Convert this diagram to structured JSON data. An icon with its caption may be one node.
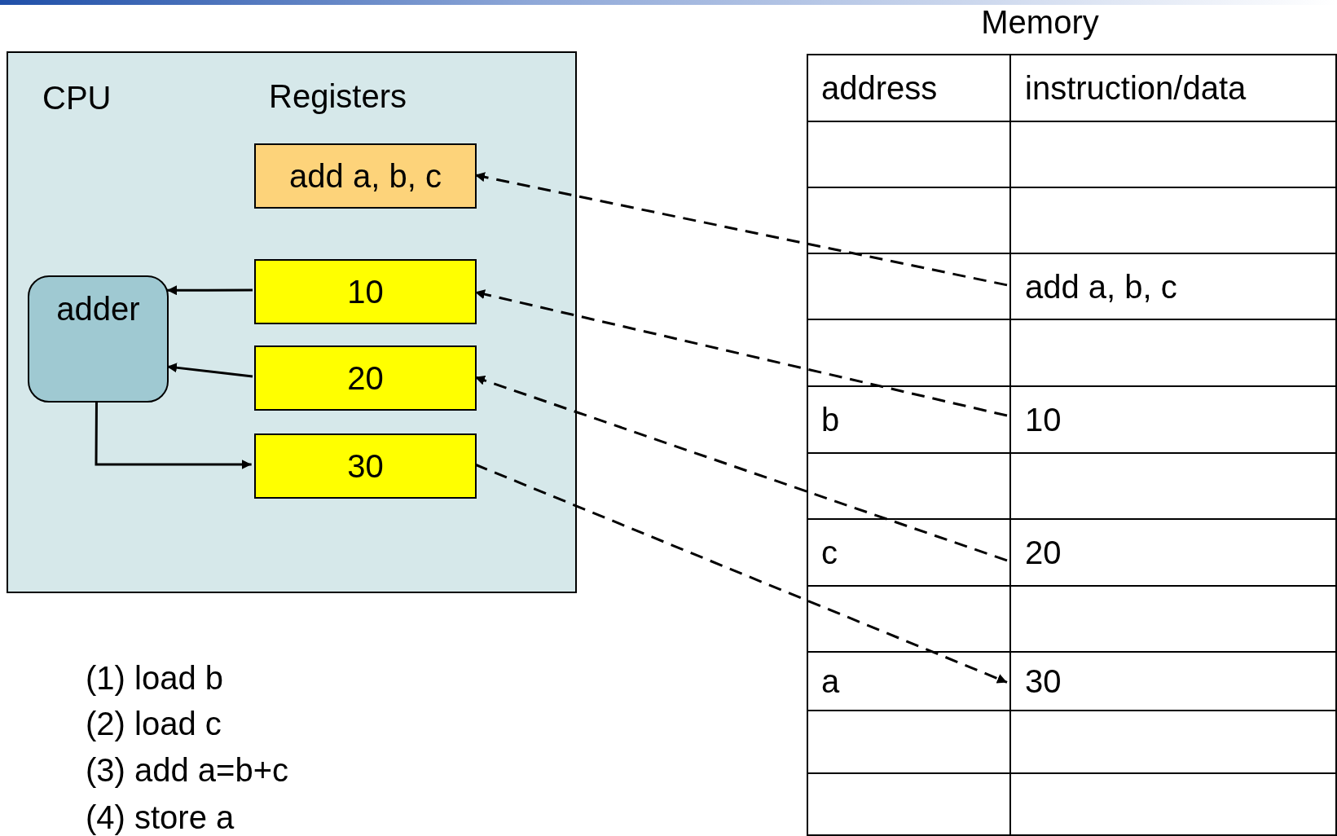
{
  "diagram": {
    "nodes": [
      {
        "text": [
          "CPU"
        ]
      },
      {
        "text": [
          "add a, b, c"
        ],
        "in": 0
      },
      {
        "text": [
          "adder"
        ],
        "in": 0
      },
      {
        "text": [
          "10"
        ],
        "in": 0
      },
      {
        "text": [
          "20"
        ],
        "in": 0
      },
      {
        "text": [
          "30"
        ],
        "in": 0
      },
      {
        "text": [
          "Memory"
        ]
      },
      {
        "text": [
          "address"
        ],
        "in": 6
      },
      {
        "text": [
          "instruction/data"
        ],
        "in": 6
      },
      {
        "text": [
          "add a, b, c"
        ],
        "in": 6
      },
      {
        "text": [
          "b"
        ],
        "in": 6
      },
      {
        "text": [
          "10"
        ],
        "in": 6
      },
      {
        "text": [
          "c"
        ],
        "in": 6
      },
      {
        "text": [
          "20"
        ],
        "in": 6
      },
      {
        "text": [
          "a"
        ],
        "in": 6
      },
      {
        "text": [
          "30"
        ],
        "in": 6
      }
    ],
    "edges": [
      {
        "from": 9,
        "to": 1,
        "arrow": "to",
        "style": "dashed"
      },
      {
        "from": 11,
        "to": 3,
        "arrow": "to",
        "style": "dashed"
      },
      {
        "from": 13,
        "to": 4,
        "arrow": "to",
        "style": "dashed"
      },
      {
        "from": 5,
        "to": 15,
        "arrow": "to",
        "style": "dashed"
      },
      {
        "from": 3,
        "to": 2,
        "arrow": "to"
      },
      {
        "from": 4,
        "to": 2,
        "arrow": "to"
      },
      {
        "from": 2,
        "to": 5,
        "arrow": "to"
      }
    ],
    "labels": [
      "Registers",
      "(1) load b",
      "(2) load c",
      "(3) add a=b+c",
      "(4) store a"
    ]
  }
}
